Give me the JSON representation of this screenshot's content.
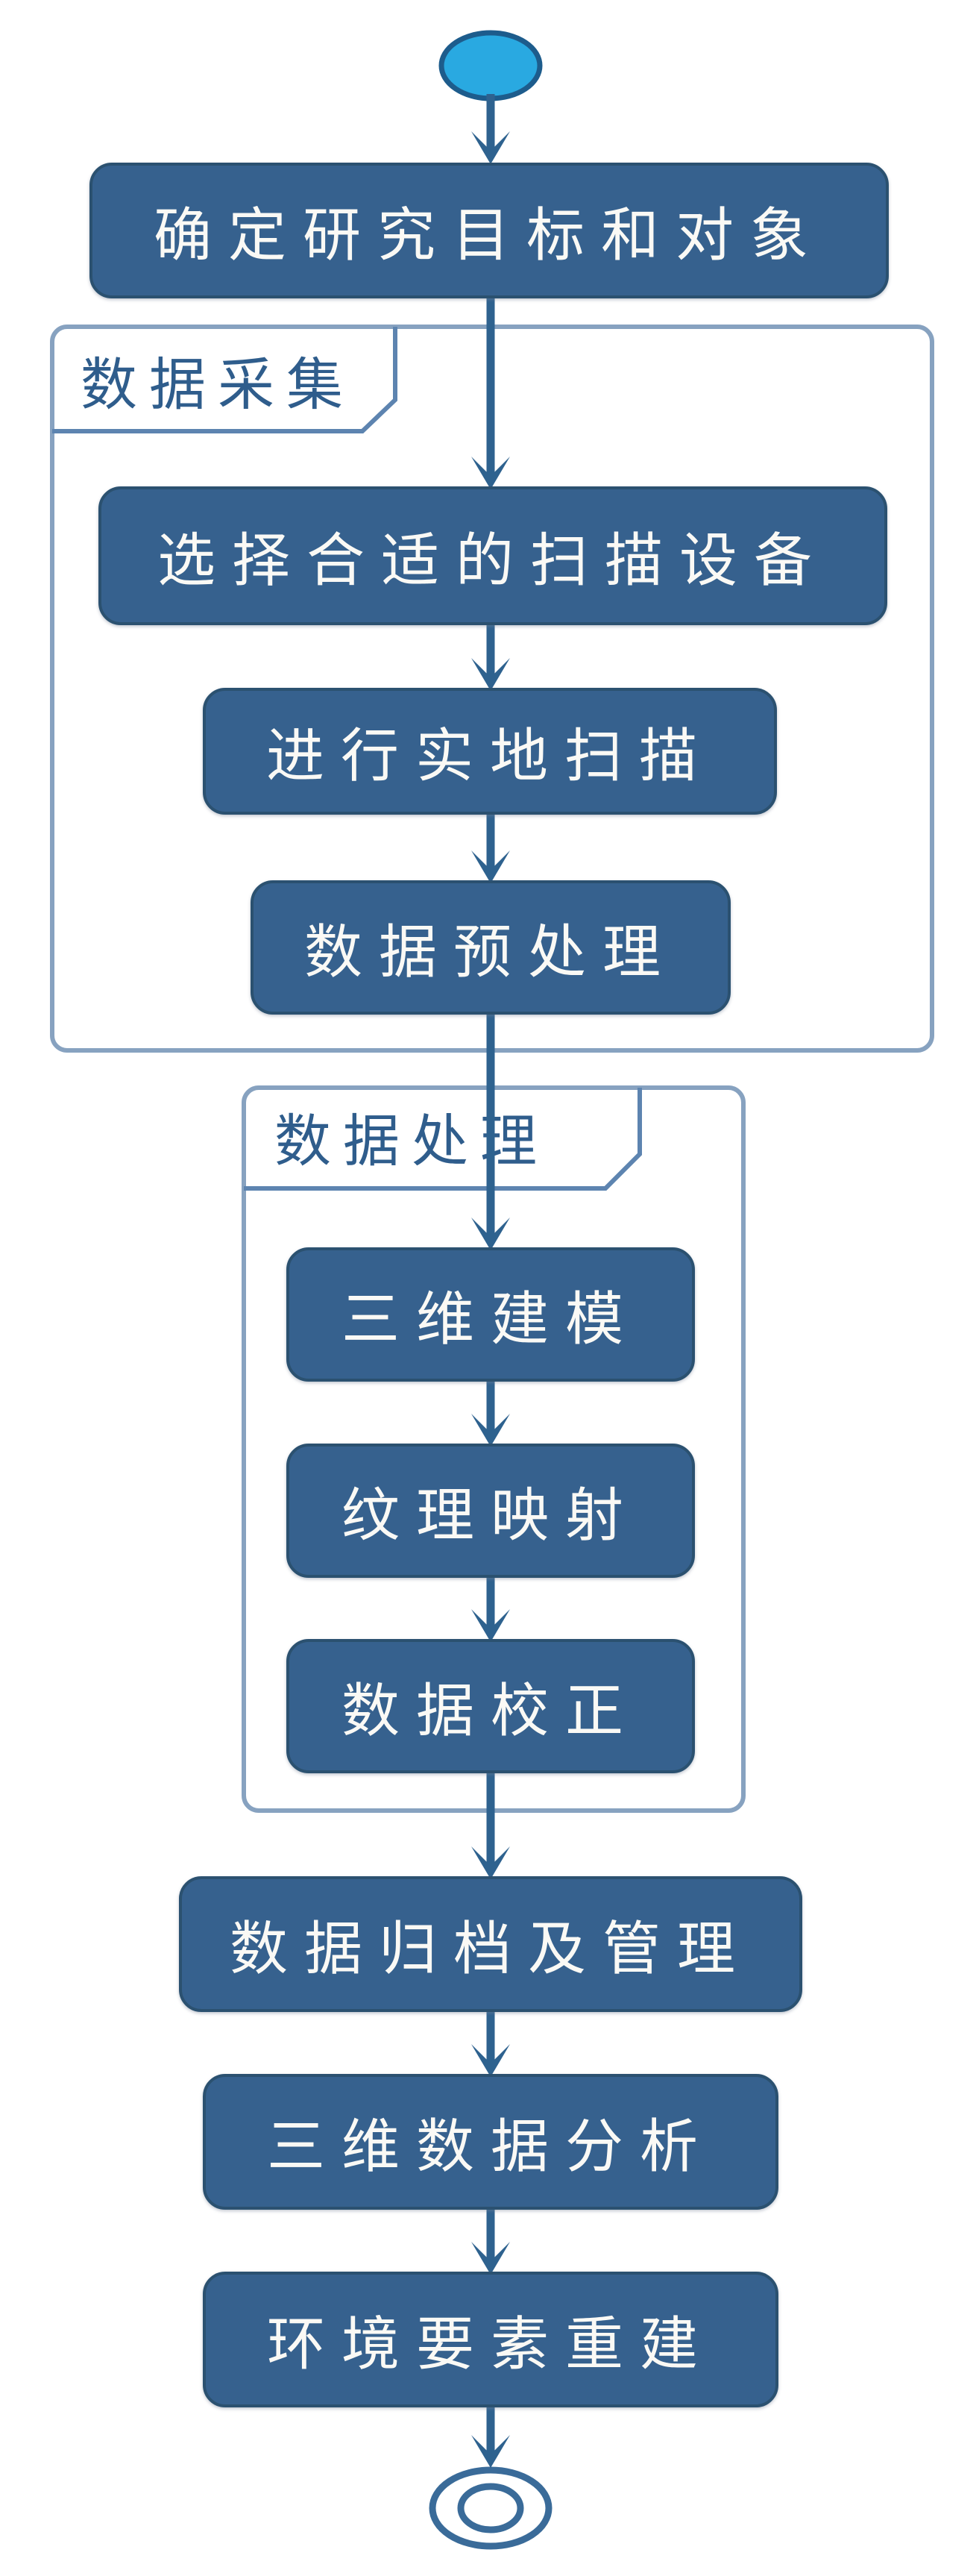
{
  "diagram": {
    "type": "uml-activity-flowchart",
    "background_color": "#ffffff",
    "start_node": {
      "shape": "filled-ellipse"
    },
    "end_node": {
      "shape": "double-ellipse"
    },
    "activities": [
      {
        "label": "确定研究目标和对象"
      },
      {
        "label": "选择合适的扫描设备"
      },
      {
        "label": "进行实地扫描"
      },
      {
        "label": "数据预处理"
      },
      {
        "label": "三维建模"
      },
      {
        "label": "纹理映射"
      },
      {
        "label": "数据校正"
      },
      {
        "label": "数据归档及管理"
      },
      {
        "label": "三维数据分析"
      },
      {
        "label": "环境要素重建"
      }
    ],
    "groups": [
      {
        "label": "数据采集",
        "children": [
          "选择合适的扫描设备",
          "进行实地扫描",
          "数据预处理"
        ]
      },
      {
        "label": "数据处理",
        "children": [
          "三维建模",
          "纹理映射",
          "数据校正"
        ]
      }
    ],
    "flow": [
      "start",
      "确定研究目标和对象",
      "选择合适的扫描设备",
      "进行实地扫描",
      "数据预处理",
      "三维建模",
      "纹理映射",
      "数据校正",
      "数据归档及管理",
      "三维数据分析",
      "环境要素重建",
      "end"
    ],
    "colors": {
      "activity_fill": "#36618E",
      "activity_border": "#2B5170",
      "activity_text": "#FAF9F5",
      "group_border": "#87A2C0",
      "group_label_text": "#2F5D8C",
      "connector": "#2E628F",
      "start_fill": "#29A9E1",
      "start_border": "#1D5C8C",
      "end_ring": "#3A6B99"
    }
  }
}
